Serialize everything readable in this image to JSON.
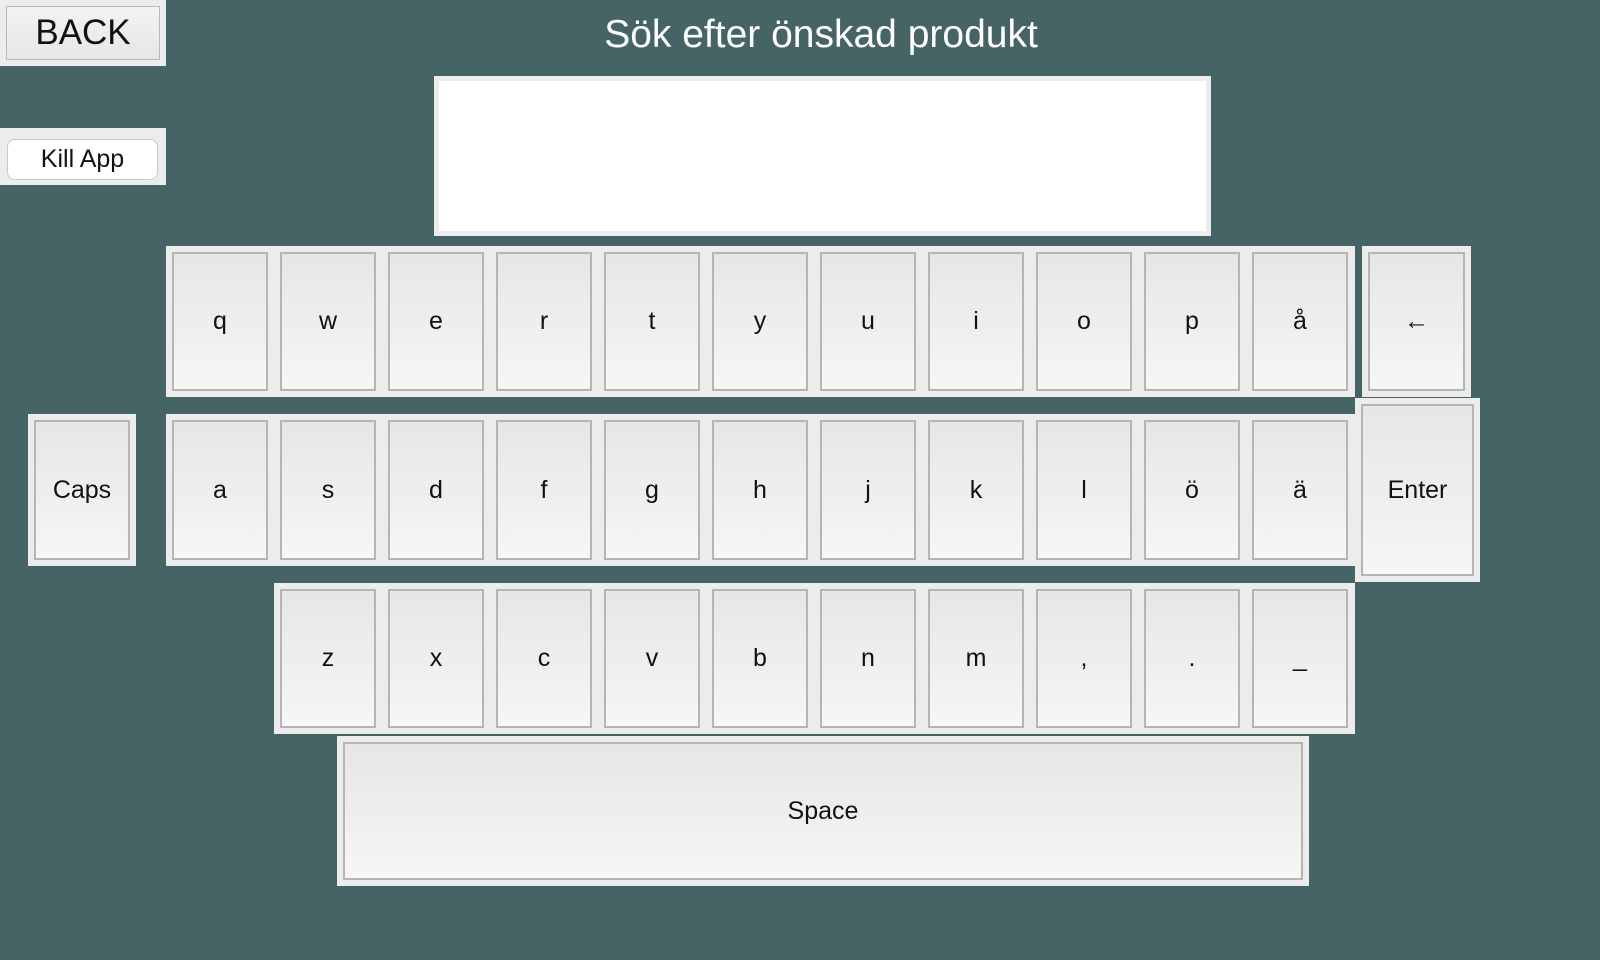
{
  "controls": {
    "back_label": "BACK",
    "kill_label": "Kill App"
  },
  "header": {
    "title": "Sök efter önskad produkt"
  },
  "search": {
    "value": ""
  },
  "keyboard": {
    "row1": [
      "q",
      "w",
      "e",
      "r",
      "t",
      "y",
      "u",
      "i",
      "o",
      "p",
      "å"
    ],
    "row2": [
      "a",
      "s",
      "d",
      "f",
      "g",
      "h",
      "j",
      "k",
      "l",
      "ö",
      "ä"
    ],
    "row3": [
      "z",
      "x",
      "c",
      "v",
      "b",
      "n",
      "m",
      ",",
      ".",
      "_"
    ],
    "backspace_label": "←",
    "backspace_icon": "backspace-arrow-icon",
    "enter_label": "Enter",
    "caps_label": "Caps",
    "space_label": "Space"
  },
  "colors": {
    "background": "#466366",
    "key_face": "#efefef",
    "title_text": "#ffffff"
  }
}
